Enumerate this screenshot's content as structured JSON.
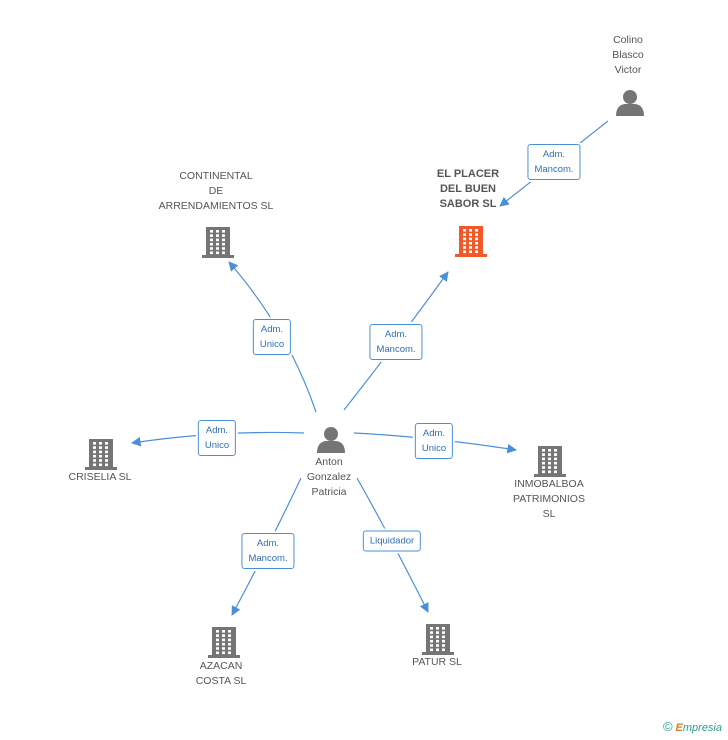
{
  "nodes": [
    {
      "id": "colino",
      "type": "person",
      "label": "Colino\nBlasco\nVictor"
    },
    {
      "id": "elplacer",
      "type": "company",
      "label": "EL PLACER\nDEL BUEN\nSABOR SL",
      "main": true
    },
    {
      "id": "continental",
      "type": "company",
      "label": "CONTINENTAL\nDE\nARRENDAMIENTOS SL"
    },
    {
      "id": "anton",
      "type": "person",
      "label": "Anton\nGonzalez\nPatricia"
    },
    {
      "id": "criselia",
      "type": "company",
      "label": "CRISELIA SL"
    },
    {
      "id": "inmobalboa",
      "type": "company",
      "label": "INMOBALBOA\nPATRIMONIOS\nSL"
    },
    {
      "id": "azacan",
      "type": "company",
      "label": "AZACAN\nCOSTA SL"
    },
    {
      "id": "patur",
      "type": "company",
      "label": "PATUR SL"
    }
  ],
  "edges": [
    {
      "from": "colino",
      "to": "elplacer",
      "label": "Adm.\nMancom."
    },
    {
      "from": "anton",
      "to": "continental",
      "label": "Adm.\nUnico"
    },
    {
      "from": "anton",
      "to": "elplacer",
      "label": "Adm.\nMancom."
    },
    {
      "from": "anton",
      "to": "criselia",
      "label": "Adm.\nUnico"
    },
    {
      "from": "anton",
      "to": "inmobalboa",
      "label": "Adm.\nUnico"
    },
    {
      "from": "anton",
      "to": "azacan",
      "label": "Adm.\nMancom."
    },
    {
      "from": "anton",
      "to": "patur",
      "label": "Liquidador"
    }
  ],
  "colors": {
    "edge": "#4a90d9",
    "company": "#757575",
    "main_company": "#f05a28",
    "person": "#757575"
  },
  "brand": {
    "copyright": "©",
    "initial": "E",
    "rest": "mpresia"
  }
}
